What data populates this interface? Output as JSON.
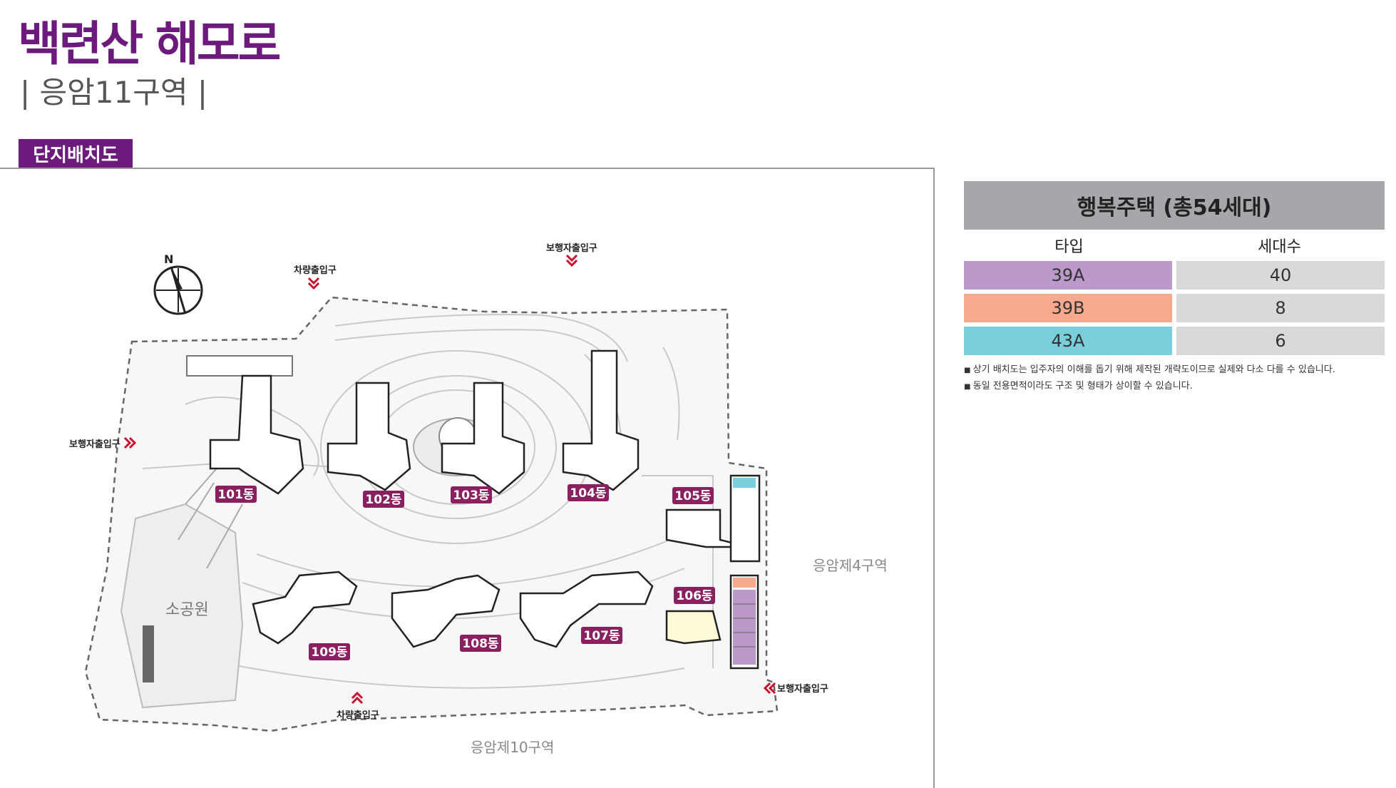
{
  "header": {
    "title": "백련산 해모로",
    "subtitle": "| 응암11구역 |",
    "section_tag": "단지배치도"
  },
  "map": {
    "north": "N",
    "entrances": {
      "vehicle_top": "차량출입구",
      "vehicle_bottom": "차량출입구",
      "pedestrian_top": "보행자출입구",
      "pedestrian_left": "보행자출입구",
      "pedestrian_right": "보행자출입구"
    },
    "buildings": [
      "101동",
      "102동",
      "103동",
      "104동",
      "105동",
      "106동",
      "107동",
      "108동",
      "109동"
    ],
    "areas": {
      "park": "소공원",
      "east_zone": "응암제4구역",
      "south_zone": "응암제10구역"
    }
  },
  "panel": {
    "title": "행복주택 (총54세대)",
    "col_type": "타입",
    "col_count": "세대수",
    "rows": [
      {
        "type": "39A",
        "count": "40",
        "color": "#bb9acb"
      },
      {
        "type": "39B",
        "count": "8",
        "color": "#f5a98e"
      },
      {
        "type": "43A",
        "count": "6",
        "color": "#7bcfdd"
      }
    ],
    "notes": [
      "상기 배치도는 입주자의 이해를 돕기 위해 제작된 개략도이므로 실제와 다소 다를 수 있습니다.",
      "동일 전용면적이라도 구조 및 형태가 상이할 수 있습니다."
    ]
  },
  "colors": {
    "brand": "#6d1a7d",
    "badge": "#8a2060",
    "entrance_arrow": "#c8102e"
  }
}
